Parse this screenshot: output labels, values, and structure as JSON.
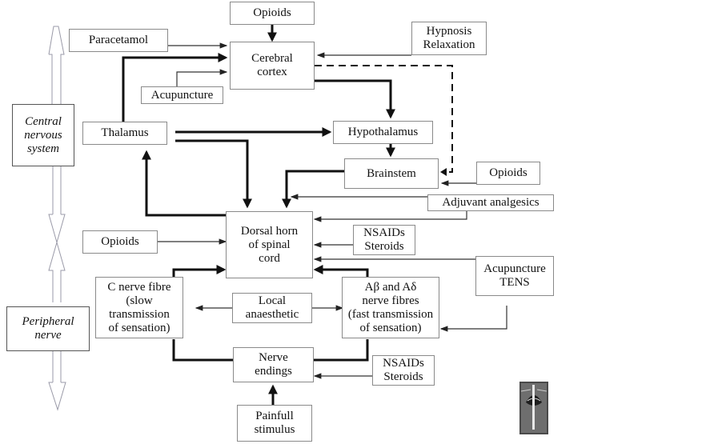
{
  "nodes": {
    "opioids_top": "Opioids",
    "paracetamol": "Paracetamol",
    "cerebral_cortex": "Cerebral\ncortex",
    "hypnosis_relaxation": "Hypnosis\nRelaxation",
    "acupuncture_top": "Acupuncture",
    "cns_label": "Central\nnervous\nsystem",
    "thalamus": "Thalamus",
    "hypothalamus": "Hypothalamus",
    "brainstem": "Brainstem",
    "opioids_right": "Opioids",
    "adjuvant_analgesics": "Adjuvant analgesics",
    "opioids_left": "Opioids",
    "dorsal_horn": "Dorsal horn\nof spinal\ncord",
    "nsaids_steroids_mid": "NSAIDs\nSteroids",
    "acupuncture_tens": "Acupuncture\nTENS",
    "c_nerve_fibre": "C nerve fibre\n(slow transmission\nof sensation)",
    "local_anaesthetic": "Local\nanaesthetic",
    "a_fibres": "Aβ and Aδ\nnerve fibres\n(fast transmission\nof sensation)",
    "pn_label": "Peripheral\nnerve",
    "nerve_endings": "Nerve\nendings",
    "nsaids_steroids_low": "NSAIDs\nSteroids",
    "painful_stimulus": "Painfull\nstimulus"
  },
  "colors": {
    "line": "#111111",
    "thin_line": "#333333",
    "box_border": "#8a8a8a",
    "logo": "#444444"
  },
  "connections": [
    {
      "from": "opioids_top",
      "to": "cerebral_cortex",
      "style": "thick"
    },
    {
      "from": "paracetamol",
      "to": "cerebral_cortex",
      "style": "thin"
    },
    {
      "from": "hypnosis_relaxation",
      "to": "cerebral_cortex",
      "style": "thin"
    },
    {
      "from": "acupuncture_top",
      "to": "cerebral_cortex",
      "style": "thin"
    },
    {
      "from": "thalamus",
      "to": "cerebral_cortex",
      "style": "thick"
    },
    {
      "from": "thalamus",
      "to": "hypothalamus",
      "style": "thick"
    },
    {
      "from": "thalamus",
      "to": "dorsal_horn",
      "style": "thick"
    },
    {
      "from": "cerebral_cortex",
      "to": "hypothalamus",
      "style": "thick"
    },
    {
      "from": "cerebral_cortex",
      "to": "brainstem",
      "style": "dashed"
    },
    {
      "from": "hypothalamus",
      "to": "brainstem",
      "style": "thick"
    },
    {
      "from": "brainstem",
      "to": "dorsal_horn",
      "style": "thick"
    },
    {
      "from": "opioids_right",
      "to": "brainstem",
      "style": "thin"
    },
    {
      "from": "adjuvant_analgesics",
      "to": "dorsal_horn",
      "style": "thin"
    },
    {
      "from": "dorsal_horn",
      "to": "thalamus",
      "style": "thick"
    },
    {
      "from": "opioids_left",
      "to": "dorsal_horn",
      "style": "thin"
    },
    {
      "from": "nsaids_steroids_mid",
      "to": "dorsal_horn",
      "style": "thin"
    },
    {
      "from": "acupuncture_tens",
      "to": "dorsal_horn",
      "style": "thin"
    },
    {
      "from": "acupuncture_tens",
      "to": "a_fibres",
      "style": "thin"
    },
    {
      "from": "c_nerve_fibre",
      "to": "dorsal_horn",
      "style": "thick"
    },
    {
      "from": "a_fibres",
      "to": "dorsal_horn",
      "style": "thick"
    },
    {
      "from": "local_anaesthetic",
      "to": "c_nerve_fibre",
      "style": "thin"
    },
    {
      "from": "local_anaesthetic",
      "to": "a_fibres",
      "style": "thin"
    },
    {
      "from": "nerve_endings",
      "to": "c_nerve_fibre",
      "style": "thick"
    },
    {
      "from": "nerve_endings",
      "to": "a_fibres",
      "style": "thick"
    },
    {
      "from": "nsaids_steroids_low",
      "to": "nerve_endings",
      "style": "thin"
    },
    {
      "from": "painful_stimulus",
      "to": "nerve_endings",
      "style": "thick"
    }
  ]
}
